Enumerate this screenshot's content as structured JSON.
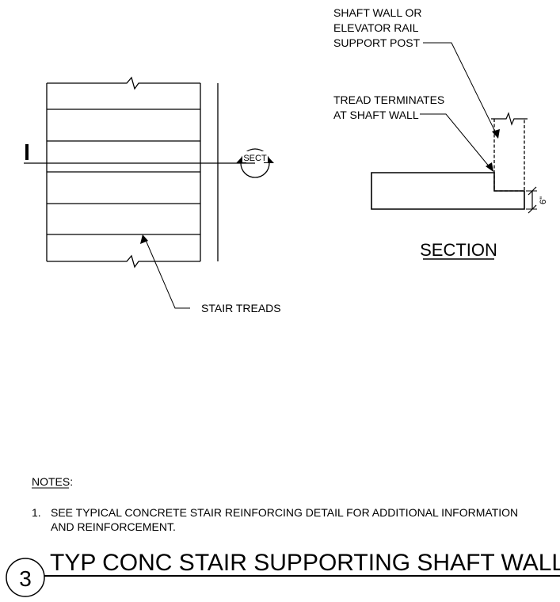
{
  "plan": {
    "section_tag": "SECT",
    "stair_treads_label": "STAIR TREADS"
  },
  "section": {
    "shaft_wall_label": [
      "SHAFT WALL OR",
      "ELEVATOR RAIL",
      "SUPPORT POST"
    ],
    "tread_label": [
      "TREAD TERMINATES",
      "AT SHAFT WALL"
    ],
    "dimension": "6\"",
    "title": "SECTION"
  },
  "notes": {
    "heading": "NOTES",
    "heading_suffix": ":",
    "items": [
      {
        "number": "1.",
        "lines": [
          "SEE TYPICAL CONCRETE STAIR REINFORCING DETAIL FOR  ADDITIONAL INFORMATION",
          "AND REINFORCEMENT."
        ]
      }
    ]
  },
  "detail": {
    "number": "3",
    "title": "TYP CONC STAIR SUPPORTING SHAFT WALL"
  }
}
